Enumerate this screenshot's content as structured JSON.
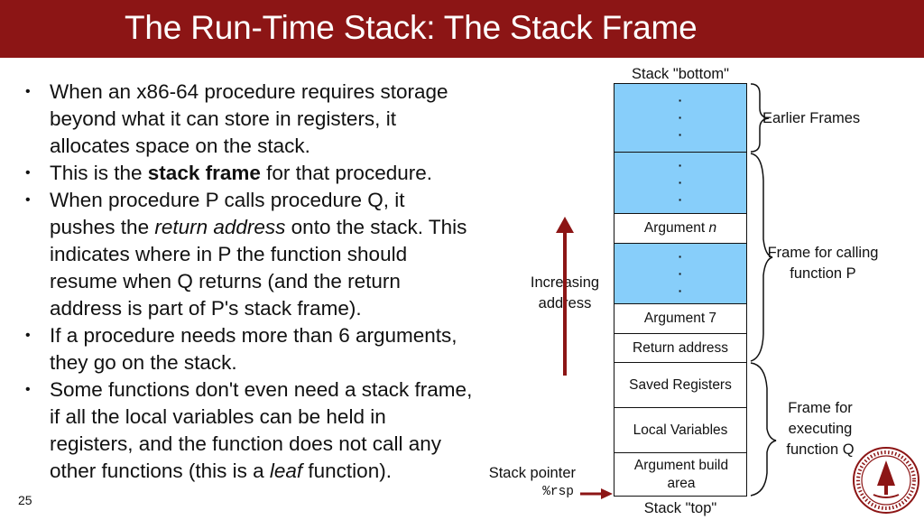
{
  "slide": {
    "title": "The Run-Time Stack: The Stack Frame",
    "page_number": "25"
  },
  "bullets": [
    {
      "segments": [
        {
          "text": "When an x86-64 procedure requires storage beyond what it can store in registers, it allocates space on the stack."
        }
      ]
    },
    {
      "segments": [
        {
          "text": "This is the "
        },
        {
          "text": "stack frame",
          "style": "bold"
        },
        {
          "text": " for that procedure."
        }
      ]
    },
    {
      "segments": [
        {
          "text": "When procedure P calls procedure Q, it pushes the "
        },
        {
          "text": "return address",
          "style": "italic"
        },
        {
          "text": " onto the stack. This indicates where in P the function should resume when Q returns (and the return address is part of P's stack frame)."
        }
      ]
    },
    {
      "segments": [
        {
          "text": "If a procedure needs more than 6 arguments, they go on the stack."
        }
      ]
    },
    {
      "segments": [
        {
          "text": "Some functions don't even need a stack frame, if all the local variables can be held in registers, and the function does not call any other functions (this is a "
        },
        {
          "text": "leaf",
          "style": "italic"
        },
        {
          "text": " function)."
        }
      ]
    }
  ],
  "diagram": {
    "stack_bottom_label": "Stack \"bottom\"",
    "stack_top_label": "Stack \"top\"",
    "increasing_address_label": "Increasing address",
    "stack_pointer_label": "Stack pointer",
    "stack_pointer_register": "%rsp",
    "cells": {
      "argument_n": {
        "prefix": "Argument ",
        "var": "n"
      },
      "argument_7": "Argument 7",
      "return_address": "Return address",
      "saved_registers": "Saved Registers",
      "local_variables": "Local Variables",
      "argument_build_area": "Argument build area"
    },
    "brace_labels": {
      "earlier_frames": "Earlier Frames",
      "frame_p": "Frame for calling function P",
      "frame_q": "Frame for executing function Q"
    },
    "colors": {
      "stack_blue": "#87cefa",
      "arrow_red": "#8c1515",
      "header": "#8c1515"
    }
  }
}
